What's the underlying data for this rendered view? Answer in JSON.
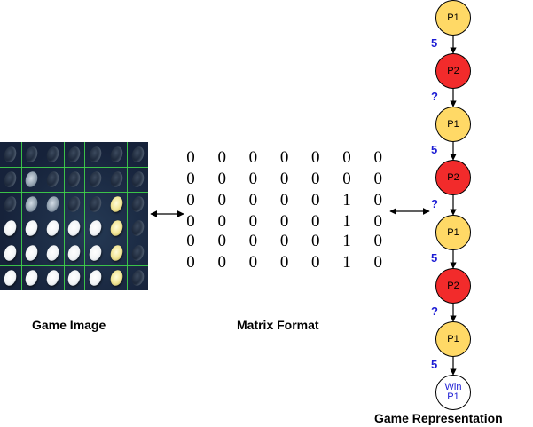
{
  "captions": {
    "game_image": "Game Image",
    "matrix_format": "Matrix Format",
    "game_representation": "Game Representation"
  },
  "board_photo": {
    "rows": 6,
    "cols": 7,
    "cells": [
      [
        "empty",
        "empty",
        "empty",
        "empty",
        "empty",
        "empty",
        "empty"
      ],
      [
        "empty",
        "dim",
        "empty",
        "empty",
        "empty",
        "empty",
        "empty"
      ],
      [
        "empty",
        "dim",
        "dim",
        "empty",
        "empty",
        "yellow",
        "empty"
      ],
      [
        "white",
        "white",
        "white",
        "white",
        "white",
        "yellow",
        "empty"
      ],
      [
        "white",
        "white",
        "white",
        "white",
        "white",
        "yellow",
        "empty"
      ],
      [
        "white",
        "white",
        "white",
        "white",
        "white",
        "yellow",
        "empty"
      ]
    ],
    "gridline_color": "#3fd34a"
  },
  "matrix": [
    [
      "0",
      "0",
      "0",
      "0",
      "0",
      "0",
      "0"
    ],
    [
      "0",
      "0",
      "0",
      "0",
      "0",
      "0",
      "0"
    ],
    [
      "0",
      "0",
      "0",
      "0",
      "0",
      "1",
      "0"
    ],
    [
      "0",
      "0",
      "0",
      "0",
      "0",
      "1",
      "0"
    ],
    [
      "0",
      "0",
      "0",
      "0",
      "0",
      "1",
      "0"
    ],
    [
      "0",
      "0",
      "0",
      "0",
      "0",
      "1",
      "0"
    ]
  ],
  "flow": {
    "nodes": [
      {
        "label": "P1",
        "kind": "p1"
      },
      {
        "label": "P2",
        "kind": "p2"
      },
      {
        "label": "P1",
        "kind": "p1"
      },
      {
        "label": "P2",
        "kind": "p2"
      },
      {
        "label": "P1",
        "kind": "p1"
      },
      {
        "label": "P2",
        "kind": "p2"
      },
      {
        "label": "P1",
        "kind": "p1"
      },
      {
        "label": "Win\nP1",
        "kind": "win"
      }
    ],
    "edge_labels": [
      "5",
      "?",
      "5",
      "?",
      "5",
      "?",
      "5"
    ],
    "colors": {
      "p1": "#ffd966",
      "p2": "#f22b2b",
      "win_text": "#1c1cd4",
      "edge_label": "#1c1cd4"
    }
  }
}
